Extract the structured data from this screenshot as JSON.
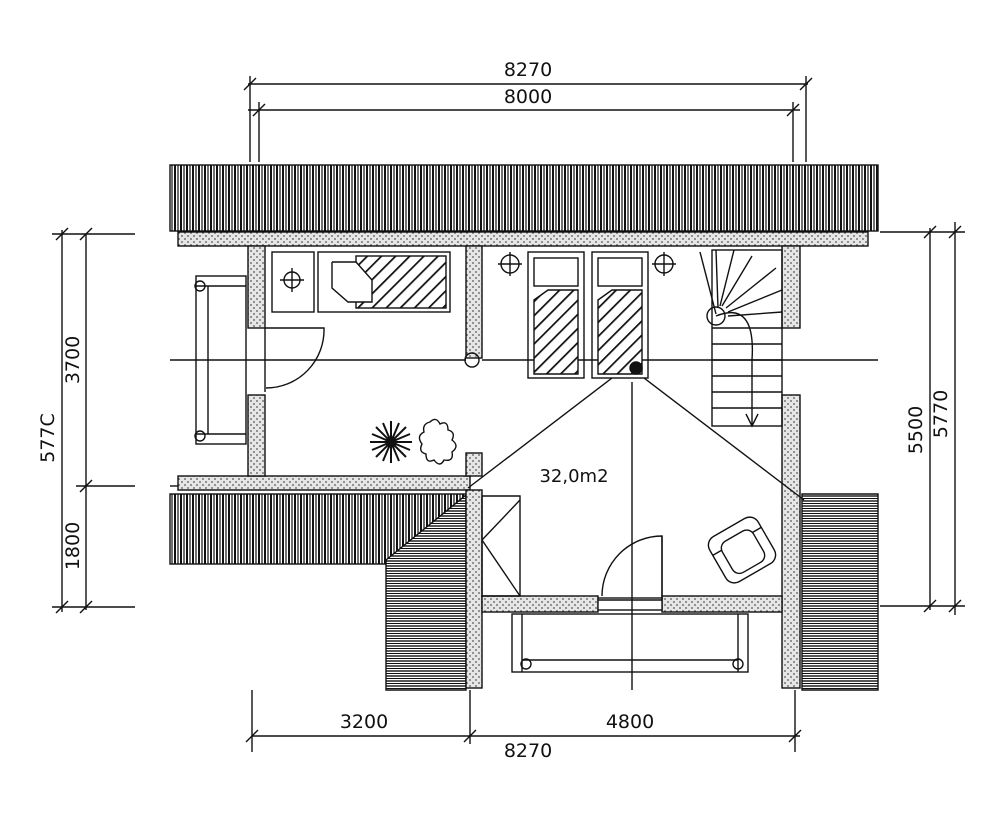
{
  "dimensions": {
    "top_outer": "8270",
    "top_inner": "8000",
    "bottom_total": "8270",
    "bottom_left": "3200",
    "bottom_right": "4800",
    "left_total": "577C",
    "left_upper": "3700",
    "left_lower": "1800",
    "right_inner": "5500",
    "right_outer": "5770"
  },
  "room": {
    "area_label": "32,0m2"
  },
  "colors": {
    "line": "#111111",
    "wall_fill": "#dcdcdc",
    "background": "#ffffff"
  }
}
